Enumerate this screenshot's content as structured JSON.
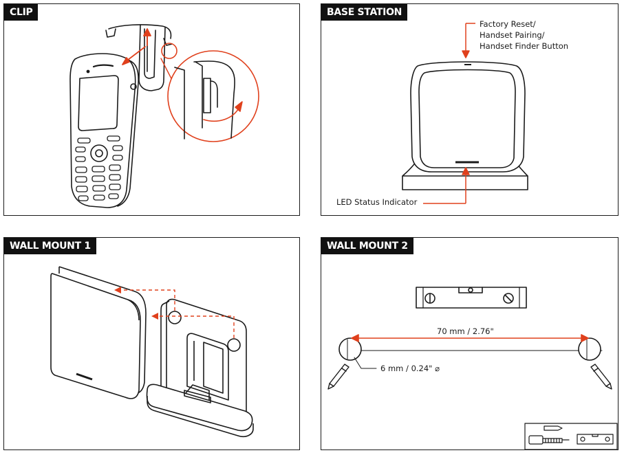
{
  "panels": {
    "clip": {
      "title": "CLIP"
    },
    "base_station": {
      "title": "BASE STATION",
      "button_label_lines": [
        "Factory Reset/",
        "Handset Pairing/",
        "Handset Finder Button"
      ],
      "led_label": "LED Status Indicator"
    },
    "wall_mount_1": {
      "title": "WALL MOUNT 1"
    },
    "wall_mount_2": {
      "title": "WALL MOUNT 2",
      "distance_label": "70 mm / 2.76\"",
      "hole_label": "6 mm / 0.24\" ⌀"
    }
  },
  "colors": {
    "accent": "#e0401c",
    "line": "#1a1a1a",
    "title_bg": "#111111"
  }
}
